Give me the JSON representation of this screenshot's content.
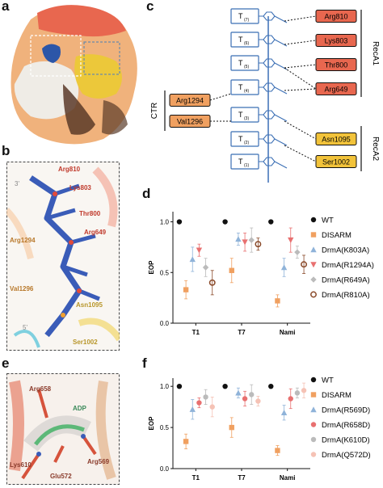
{
  "panels": {
    "a": "a",
    "b": "b",
    "c": "c",
    "d": "d",
    "e": "e",
    "f": "f"
  },
  "panel_a": {
    "colors": {
      "top": "#e8674f",
      "light": "#f0b27c",
      "dark": "#5a3a28",
      "white": "#efece6",
      "yellow": "#ecc83a",
      "blue": "#2c56a8"
    }
  },
  "panel_b": {
    "labels": {
      "arg810": "Arg810",
      "lys803": "Lys803",
      "thr800": "Thr800",
      "arg649": "Arg649",
      "arg1294": "Arg1294",
      "val1296": "Val1296",
      "asn1095": "Asn1095",
      "ser1002": "Ser1002",
      "p3": "3'",
      "p5": "5'"
    }
  },
  "panel_c": {
    "t_labels": [
      "T",
      "T",
      "T",
      "T",
      "T",
      "T",
      "T"
    ],
    "t_subs": [
      "(7)",
      "(6)",
      "(5)",
      "(4)",
      "(3)",
      "(2)",
      "(1)"
    ],
    "reca1_residues": [
      "Arg810",
      "Lys803",
      "Thr800",
      "Arg649"
    ],
    "reca2_residues": [
      "Asn1095",
      "Ser1002"
    ],
    "ctr_residues": [
      "Arg1294",
      "Val1296"
    ],
    "group_labels": {
      "reca1": "RecA1",
      "reca2": "RecA2",
      "ctr": "CTR"
    }
  },
  "panel_e": {
    "labels": {
      "arg658": "Arg658",
      "adp": "ADP",
      "lys610": "Lys610",
      "glu572": "Glu572",
      "arg569": "Arg569"
    }
  },
  "chart_data": [
    {
      "type": "scatter",
      "panel": "d",
      "ylabel": "EOP",
      "ylim": [
        0,
        1.1
      ],
      "yticks": [
        "0.0",
        "0.5",
        "1.0"
      ],
      "categories": [
        "T1",
        "T7",
        "Nami"
      ],
      "legend_position": "right",
      "series": [
        {
          "name": "WT",
          "color": "#111111",
          "marker": "dot",
          "values": [
            1.0,
            1.0,
            1.0
          ]
        },
        {
          "name": "DISARM",
          "color": "#f0a060",
          "marker": "square",
          "values": [
            0.33,
            0.52,
            0.22
          ]
        },
        {
          "name": "DrmA(K803A)",
          "color": "#8fb3d9",
          "marker": "triangle",
          "values": [
            0.63,
            0.83,
            0.55
          ]
        },
        {
          "name": "DrmA(R1294A)",
          "color": "#e87070",
          "marker": "triangle-down",
          "values": [
            0.72,
            0.8,
            0.82
          ]
        },
        {
          "name": "DrmA(R649A)",
          "color": "#bbbbbb",
          "marker": "diamond",
          "values": [
            0.55,
            0.82,
            0.7
          ]
        },
        {
          "name": "DrmA(R810A)",
          "color": "#8a4a2a",
          "marker": "ring",
          "values": [
            0.4,
            0.78,
            0.58
          ]
        }
      ]
    },
    {
      "type": "scatter",
      "panel": "f",
      "ylabel": "EOP",
      "ylim": [
        0,
        1.1
      ],
      "yticks": [
        "0.0",
        "0.5",
        "1.0"
      ],
      "categories": [
        "T1",
        "T7",
        "Nami"
      ],
      "legend_position": "right",
      "series": [
        {
          "name": "WT",
          "color": "#111111",
          "marker": "dot",
          "values": [
            1.0,
            1.0,
            1.0
          ]
        },
        {
          "name": "DISARM",
          "color": "#f0a060",
          "marker": "square",
          "values": [
            0.33,
            0.5,
            0.22
          ]
        },
        {
          "name": "DrmA(R569D)",
          "color": "#8fb3d9",
          "marker": "triangle",
          "values": [
            0.72,
            0.92,
            0.68
          ]
        },
        {
          "name": "DrmA(R658D)",
          "color": "#e87070",
          "marker": "dot",
          "values": [
            0.8,
            0.85,
            0.85
          ]
        },
        {
          "name": "DrmA(K610D)",
          "color": "#bbbbbb",
          "marker": "dot",
          "values": [
            0.87,
            0.9,
            0.92
          ]
        },
        {
          "name": "DrmA(Q572D)",
          "color": "#f5c2b5",
          "marker": "dot",
          "values": [
            0.75,
            0.82,
            0.95
          ]
        }
      ]
    }
  ]
}
